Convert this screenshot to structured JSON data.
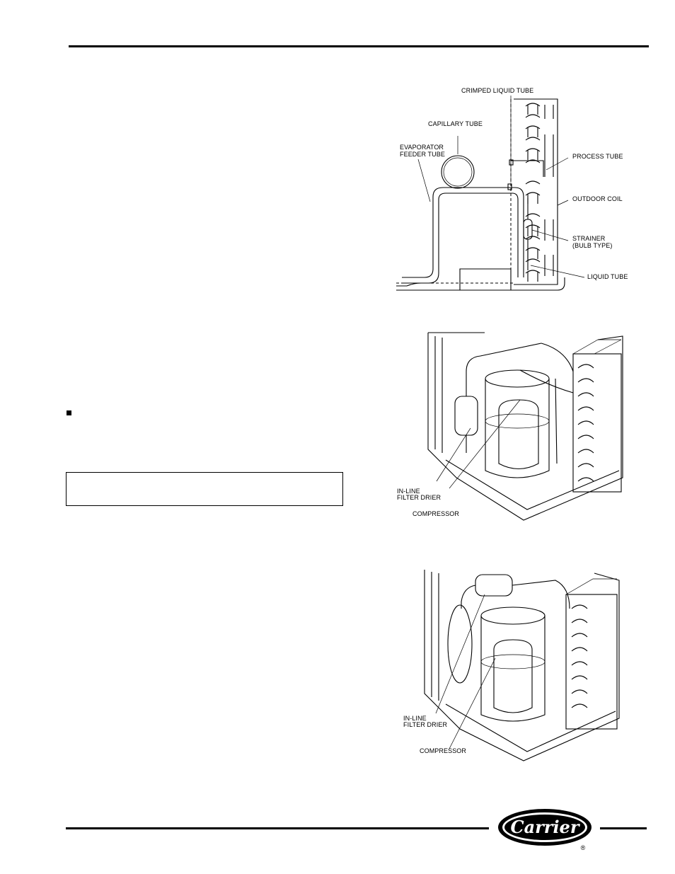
{
  "figure_top": {
    "labels": {
      "crimped_liquid_tube": "CRIMPED LIQUID TUBE",
      "capillary_tube": "CAPILLARY TUBE",
      "evaporator_1": "EVAPORATOR",
      "evaporator_2": "FEEDER TUBE",
      "process_tube": "PROCESS TUBE",
      "outdoor_coil": "OUTDOOR COIL",
      "strainer_1": "STRAINER",
      "strainer_2": "(BULB TYPE)",
      "liquid_tube": "LIQUID TUBE"
    }
  },
  "figure_middle": {
    "labels": {
      "filter_1": "IN-LINE",
      "filter_2": "FILTER DRIER",
      "compressor": "COMPRESSOR"
    }
  },
  "figure_bottom": {
    "labels": {
      "filter_1": "IN-LINE",
      "filter_2": "FILTER DRIER",
      "compressor": "COMPRESSOR"
    }
  },
  "footer": {
    "brand": "Carrier",
    "registered": "®"
  }
}
